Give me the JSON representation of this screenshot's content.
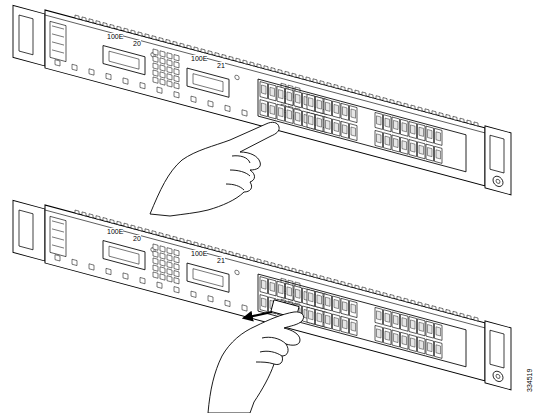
{
  "diagram": {
    "labels": [
      "100E",
      "20",
      "100E",
      "21",
      "100E",
      "20",
      "100E",
      "21",
      "334519"
    ]
  }
}
